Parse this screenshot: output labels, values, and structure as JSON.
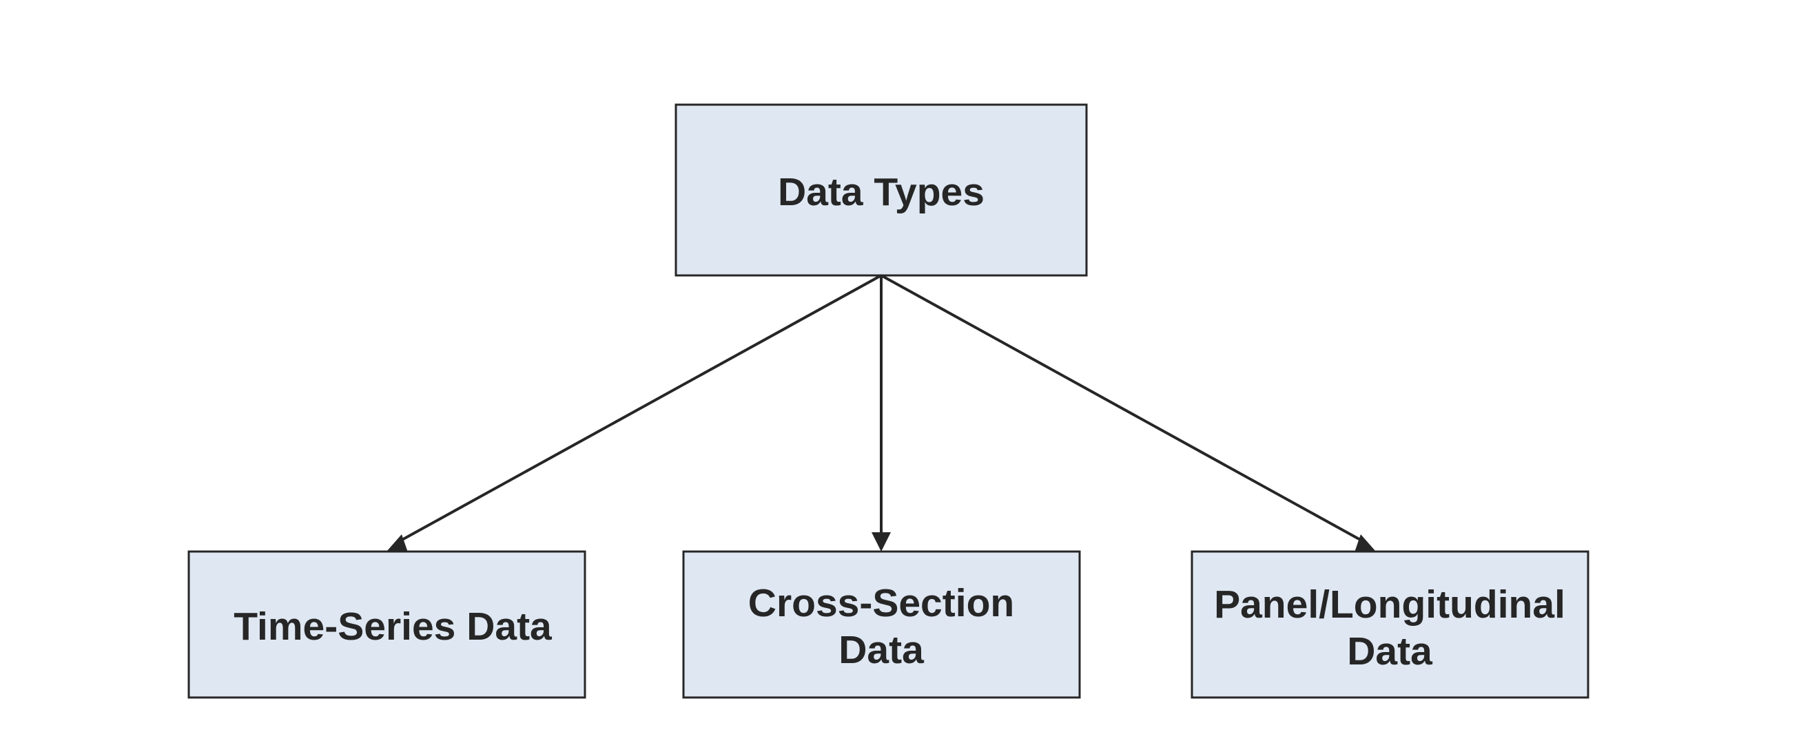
{
  "diagram": {
    "root": {
      "label": "Data Types"
    },
    "children": [
      {
        "label_line1": "Time-Series Data",
        "label_line2": ""
      },
      {
        "label_line1": "Cross-Section",
        "label_line2": "Data"
      },
      {
        "label_line1": "Panel/Longitudinal",
        "label_line2": "Data"
      }
    ],
    "colors": {
      "box_fill": "#dee7f2",
      "stroke": "#262626",
      "text": "#262626",
      "background": "#ffffff"
    }
  }
}
